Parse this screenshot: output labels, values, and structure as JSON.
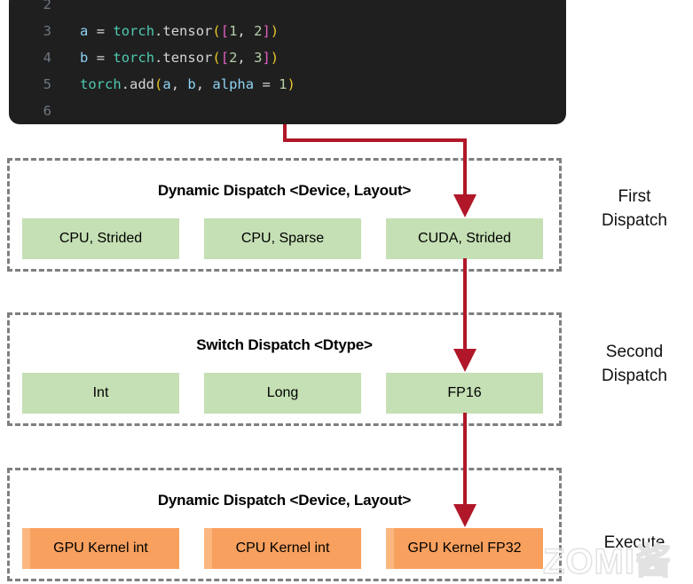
{
  "code": {
    "background": "#1f1f1f",
    "lines": [
      {
        "number": "2",
        "tokens": []
      },
      {
        "number": "3",
        "tokens": [
          {
            "t": "a",
            "c": "var"
          },
          {
            "t": " ",
            "c": "plain"
          },
          {
            "t": "=",
            "c": "op"
          },
          {
            "t": " ",
            "c": "plain"
          },
          {
            "t": "torch",
            "c": "mod"
          },
          {
            "t": ".",
            "c": "plain"
          },
          {
            "t": "tensor",
            "c": "plain"
          },
          {
            "t": "(",
            "c": "paren"
          },
          {
            "t": "[",
            "c": "brack"
          },
          {
            "t": "1",
            "c": "num"
          },
          {
            "t": ",",
            "c": "plain"
          },
          {
            "t": " ",
            "c": "plain"
          },
          {
            "t": "2",
            "c": "num"
          },
          {
            "t": "]",
            "c": "brack"
          },
          {
            "t": ")",
            "c": "paren"
          }
        ]
      },
      {
        "number": "4",
        "tokens": [
          {
            "t": "b",
            "c": "var"
          },
          {
            "t": " ",
            "c": "plain"
          },
          {
            "t": "=",
            "c": "op"
          },
          {
            "t": " ",
            "c": "plain"
          },
          {
            "t": "torch",
            "c": "mod"
          },
          {
            "t": ".",
            "c": "plain"
          },
          {
            "t": "tensor",
            "c": "plain"
          },
          {
            "t": "(",
            "c": "paren"
          },
          {
            "t": "[",
            "c": "brack"
          },
          {
            "t": "2",
            "c": "num"
          },
          {
            "t": ",",
            "c": "plain"
          },
          {
            "t": " ",
            "c": "plain"
          },
          {
            "t": "3",
            "c": "num"
          },
          {
            "t": "]",
            "c": "brack"
          },
          {
            "t": ")",
            "c": "paren"
          }
        ]
      },
      {
        "number": "5",
        "tokens": [
          {
            "t": "torch",
            "c": "mod"
          },
          {
            "t": ".",
            "c": "plain"
          },
          {
            "t": "add",
            "c": "plain"
          },
          {
            "t": "(",
            "c": "paren"
          },
          {
            "t": "a",
            "c": "var"
          },
          {
            "t": ",",
            "c": "plain"
          },
          {
            "t": " ",
            "c": "plain"
          },
          {
            "t": "b",
            "c": "var"
          },
          {
            "t": ",",
            "c": "plain"
          },
          {
            "t": " ",
            "c": "plain"
          },
          {
            "t": "alpha",
            "c": "var"
          },
          {
            "t": " ",
            "c": "plain"
          },
          {
            "t": "=",
            "c": "op"
          },
          {
            "t": " ",
            "c": "plain"
          },
          {
            "t": "1",
            "c": "num"
          },
          {
            "t": ")",
            "c": "paren"
          }
        ]
      },
      {
        "number": "6",
        "tokens": []
      }
    ]
  },
  "panels": [
    {
      "id": "panel-1",
      "title": "Dynamic Dispatch <Device, Layout>",
      "chip_color": "#c5e0b4",
      "chips": [
        "CPU, Strided",
        "CPU, Sparse",
        "CUDA, Strided"
      ],
      "stage_label_line1": "First",
      "stage_label_line2": "Dispatch"
    },
    {
      "id": "panel-2",
      "title": "Switch Dispatch <Dtype>",
      "chip_color": "#c5e0b4",
      "chips": [
        "Int",
        "Long",
        "FP16"
      ],
      "stage_label_line1": "Second",
      "stage_label_line2": "Dispatch"
    },
    {
      "id": "panel-3",
      "title": "Dynamic Dispatch <Device, Layout>",
      "chip_color": "#f8a05e",
      "chips": [
        "GPU Kernel int",
        "CPU Kernel int",
        "GPU Kernel FP32"
      ],
      "stage_label_line1": "Execute",
      "stage_label_line2": ""
    }
  ],
  "arrow_color": "#b01728",
  "border_color": "#7f7f7f",
  "watermark": "ZOMI酱"
}
